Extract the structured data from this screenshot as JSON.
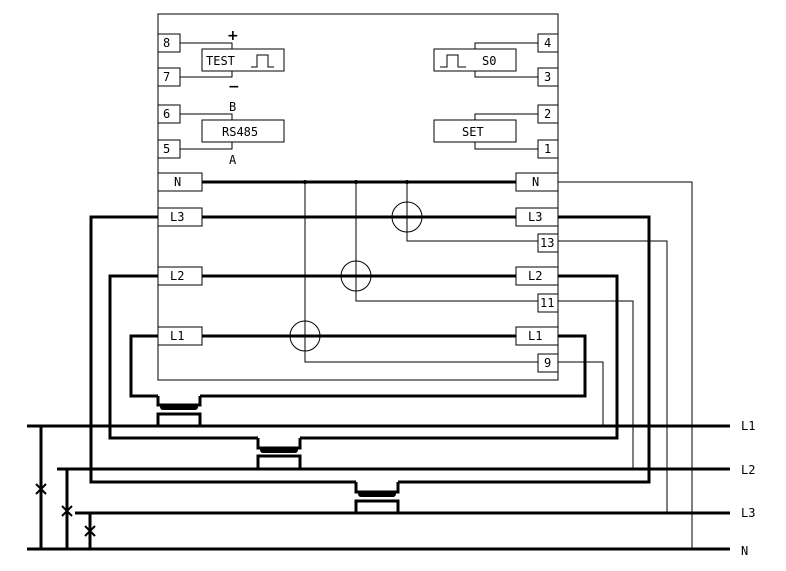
{
  "terminals": {
    "t8": "8",
    "t7": "7",
    "t6": "6",
    "t5": "5",
    "t4": "4",
    "t3": "3",
    "t2": "2",
    "t1": "1",
    "t13": "13",
    "t11": "11",
    "t9": "9"
  },
  "modules": {
    "test": "TEST",
    "s0": "S0",
    "rs485": "RS485",
    "set": "SET"
  },
  "signs": {
    "plus": "+",
    "minus": "−",
    "b": "B",
    "a": "A"
  },
  "inputs": {
    "n": "N",
    "l3": "L3",
    "l2": "L2",
    "l1": "L1"
  },
  "outputs": {
    "n": "N",
    "l3": "L3",
    "l2": "L2",
    "l1": "L1"
  },
  "lines": {
    "l1": "L1",
    "l2": "L2",
    "l3": "L3",
    "n": "N"
  }
}
